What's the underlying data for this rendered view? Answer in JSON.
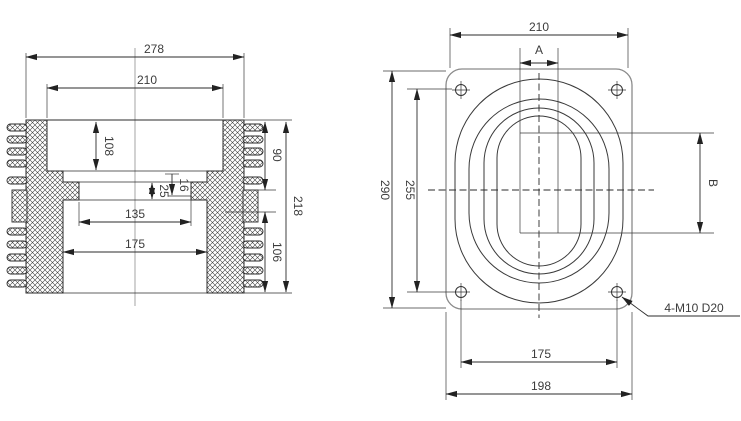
{
  "drawing": {
    "description": "Dimensioned engineering drawing of an epoxy contact-box insulator: finned sectional front view (left) and mounting-plate plan view with concentric obround profiles (right)",
    "background_color": "#ffffff",
    "line_color": "#2b2b2b",
    "plate_line_color": "#8a8a8a",
    "text_color": "#3c3c3c",
    "views": {
      "section": {
        "name": "front-section-view",
        "dims": {
          "overall_width": "278",
          "top_opening_width": "210",
          "top_recess_depth": "108",
          "window_height": "25",
          "window_step": "16",
          "window_width": "135",
          "lower_recess_width": "175",
          "upper_section_height": "90",
          "lower_section_height": "106",
          "overall_height": "218"
        }
      },
      "plan": {
        "name": "plan-view",
        "dims": {
          "outer_width": "210",
          "bus_slot_width_label": "A",
          "plate_height": "290",
          "hole_pitch_vertical": "255",
          "bus_slot_height_label": "B",
          "hole_pitch_horizontal": "175",
          "plate_width": "198"
        },
        "callout_mounting_holes": "4-M10 D20",
        "hole_count": "4"
      }
    }
  }
}
